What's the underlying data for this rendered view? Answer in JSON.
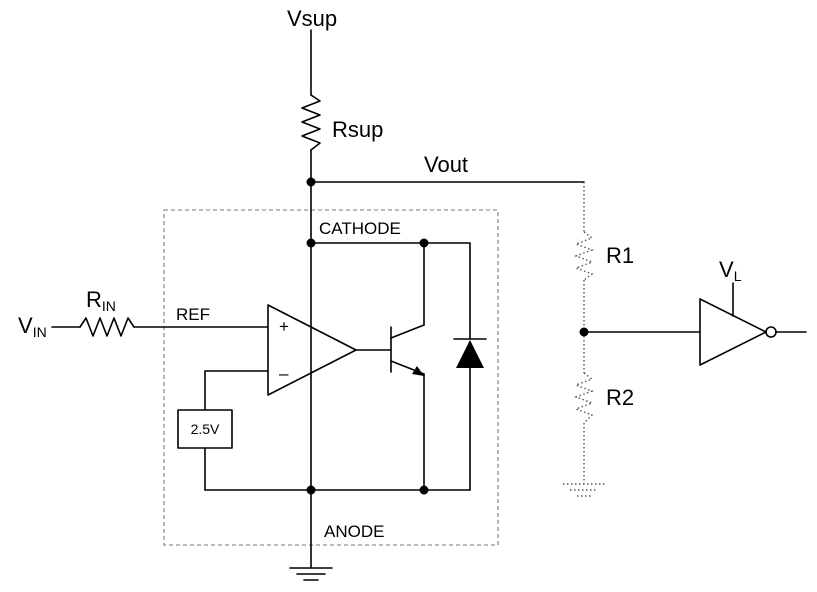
{
  "labels": {
    "vsup": "Vsup",
    "rsup": "Rsup",
    "vout": "Vout",
    "cathode": "CATHODE",
    "anode": "ANODE",
    "ref": "REF",
    "r1": "R1",
    "r2": "R2",
    "vl_main": "V",
    "vl_sub": "L",
    "vin_main": "V",
    "vin_sub": "IN",
    "rin_main": "R",
    "rin_sub": "IN",
    "reference_voltage": "2.5V",
    "opamp_plus": "+",
    "opamp_minus": "–"
  }
}
